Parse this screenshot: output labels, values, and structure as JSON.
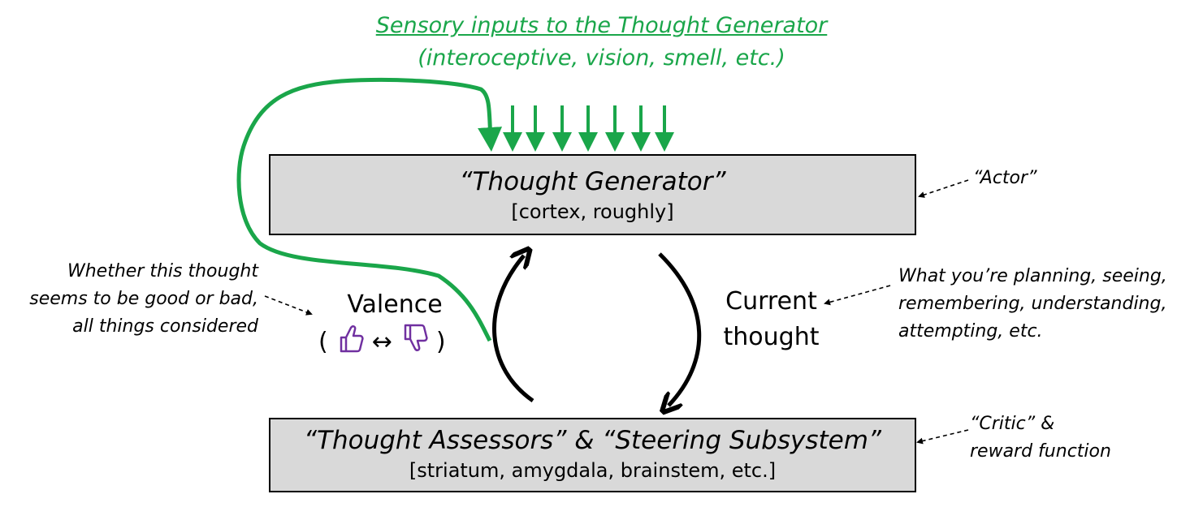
{
  "sensory": {
    "title": "Sensory inputs to the Thought Generator",
    "subtitle": "(interoceptive, vision, smell, etc.)"
  },
  "thought_generator": {
    "title": "“Thought Generator”",
    "subtitle": "[cortex, roughly]"
  },
  "thought_assessors": {
    "title": "“Thought Assessors” & “Steering Subsystem”",
    "subtitle": "[striatum, amygdala, brainstem, etc.]"
  },
  "actor_note": "“Actor”",
  "critic_note": [
    "“Critic” &",
    "reward function"
  ],
  "valence": {
    "label": "Valence",
    "open": "(",
    "arrow": "↔",
    "close": ")",
    "note": [
      "Whether this thought",
      "seems to be good or bad,",
      "all things considered"
    ],
    "thumbs_up_icon": "thumbs-up",
    "thumbs_down_icon": "thumbs-down"
  },
  "current_thought": {
    "label": [
      "Current",
      "thought"
    ],
    "note": [
      "What you’re planning, seeing,",
      "remembering, understanding,",
      "attempting, etc."
    ]
  },
  "colors": {
    "green": "#1aa64a",
    "purple": "#7030a0",
    "box_fill": "#d9d9d9"
  }
}
